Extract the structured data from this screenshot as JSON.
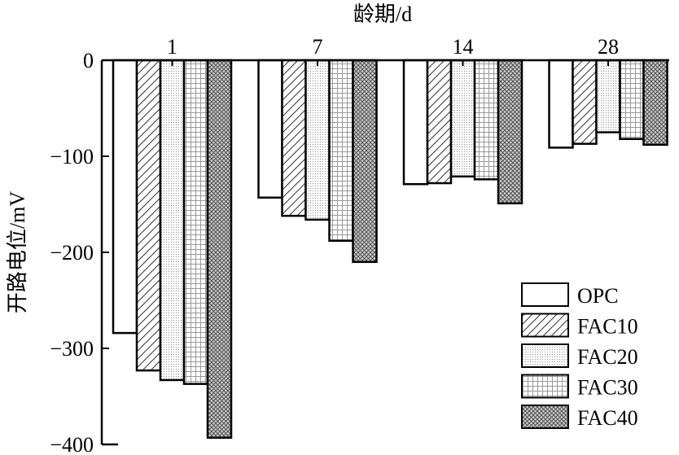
{
  "chart_data": {
    "type": "bar",
    "title": "龄期/d",
    "xlabel": "龄期/d",
    "ylabel": "开路电位/mV",
    "categories": [
      "1",
      "7",
      "14",
      "28"
    ],
    "ylim": [
      -400,
      0
    ],
    "yticks": [
      0,
      -100,
      -200,
      -300,
      -400
    ],
    "ytick_labels": [
      "0",
      "−100",
      "−200",
      "−300",
      "−400"
    ],
    "grid": false,
    "legend_position": "bottom-right",
    "series": [
      {
        "name": "OPC",
        "pattern": "blank",
        "values": [
          -284,
          -143,
          -129,
          -91
        ]
      },
      {
        "name": "FAC10",
        "pattern": "diagonal",
        "values": [
          -323,
          -162,
          -128,
          -87
        ]
      },
      {
        "name": "FAC20",
        "pattern": "dots",
        "values": [
          -333,
          -166,
          -121,
          -75
        ]
      },
      {
        "name": "FAC30",
        "pattern": "grid",
        "values": [
          -337,
          -188,
          -124,
          -82
        ]
      },
      {
        "name": "FAC40",
        "pattern": "crosshatch",
        "values": [
          -393,
          -210,
          -149,
          -88
        ]
      }
    ]
  }
}
